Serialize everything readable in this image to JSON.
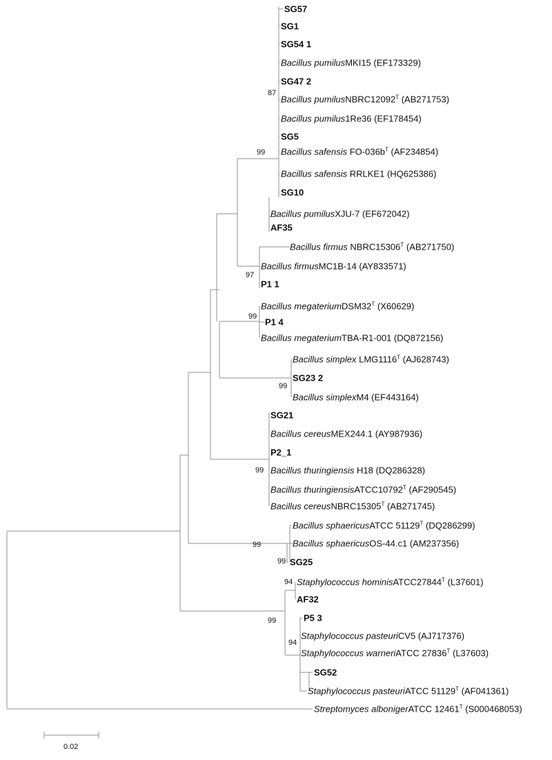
{
  "leaves": [
    {
      "label": "SG57",
      "bold": true
    },
    {
      "label": "SG1",
      "bold": true
    },
    {
      "label": "SG54 1",
      "bold": true
    },
    {
      "species": "Bacillus pumilus",
      "strain": "MKI15",
      "accession": "(EF173329)"
    },
    {
      "label": "SG47 2",
      "bold": true
    },
    {
      "species": "Bacillus pumilus",
      "strain": "NBRC12092",
      "sup": "T",
      "accession": "(AB271753)"
    },
    {
      "species": "Bacillus pumilus",
      "strain": "1Re36",
      "accession": "(EF178454)"
    },
    {
      "label": "SG5",
      "bold": true
    },
    {
      "species": "Bacillus safensis",
      "strain": " FO-036b",
      "sup": "T",
      "accession": "(AF234854)"
    },
    {
      "species": "Bacillus safensis",
      "strain": " RRLKE1",
      "accession": "(HQ625386)"
    },
    {
      "label": "SG10",
      "bold": true
    },
    {
      "species": "Bacillus pumilus",
      "strain": "XJU-7",
      "accession": "(EF672042)"
    },
    {
      "label": "AF35",
      "bold": true
    },
    {
      "species": "Bacillus firmus",
      "strain": " NBRC15306",
      "sup": "T",
      "accession": "(AB271750)"
    },
    {
      "species": "Bacillus firmus",
      "strain": "MC1B-14",
      "accession": "(AY833571)"
    },
    {
      "label": "P1 1",
      "bold": true
    },
    {
      "species": "Bacillus megaterium",
      "strain": "DSM32",
      "sup": "T",
      "accession": "(X60629)"
    },
    {
      "label": "P1 4",
      "bold": true
    },
    {
      "species": "Bacillus megaterium",
      "strain": "TBA-R1-001",
      "accession": "(DQ872156)"
    },
    {
      "species": "Bacillus simplex",
      "strain": " LMG1116",
      "sup": "T",
      "accession": "(AJ628743)"
    },
    {
      "label": "SG23 2",
      "bold": true
    },
    {
      "species": "Bacillus simplex",
      "strain": "M4",
      "accession": "(EF443164)"
    },
    {
      "label": "SG21",
      "bold": true
    },
    {
      "species": "Bacillus cereus",
      "strain": "MEX244.1",
      "accession": "(AY987936)"
    },
    {
      "label": "P2_1",
      "bold": true
    },
    {
      "species": "Bacillus thuringiensis",
      "strain": " H18",
      "accession": "(DQ286328)"
    },
    {
      "species": "Bacillus thuringiensis",
      "strain": "ATCC10792",
      "sup": "T",
      "accession": "(AF290545)"
    },
    {
      "species": "Bacillus cereus",
      "strain": "NBRC15305",
      "sup": "T",
      "accession": "(AB271745)"
    },
    {
      "species": "Bacillus sphaericus",
      "strain": "ATCC 51129",
      "sup": "T",
      "accession": "(DQ286299)"
    },
    {
      "species": "Bacillus sphaericus",
      "strain": "OS-44.c1",
      "accession": "(AM237356)"
    },
    {
      "label": "SG25",
      "bold": true
    },
    {
      "species": "Staphylococcus hominis",
      "strain": "ATCC27844",
      "sup": "T",
      "accession": "(L37601)"
    },
    {
      "label": "AF32",
      "bold": true
    },
    {
      "label": "P5 3",
      "bold": true
    },
    {
      "species": "Staphylococcus pasteuri",
      "strain": "CV5",
      "accession": "(AJ717376)"
    },
    {
      "species": "Staphylococcus warneri",
      "strain": "ATCC 27836",
      "sup": "T",
      "accession": "(L37603)"
    },
    {
      "label": "SG52",
      "bold": true
    },
    {
      "species": "Staphylococcus pasteuri",
      "strain": "ATCC 51129",
      "sup": "T",
      "accession": "(AF041361)"
    },
    {
      "species": "Streptomyces albониger",
      "strain": "ATCC 12461",
      "sup": "T",
      "accession": "(S000468053)"
    }
  ],
  "bootstrap_values": [
    "87",
    "99",
    "97",
    "99",
    "99",
    "99",
    "99",
    "99",
    "94",
    "99",
    "94"
  ],
  "scale_bar": {
    "label": "0.02"
  },
  "colors": {
    "branch": "#8f8f8f",
    "text": "#111111",
    "background": "#ffffff"
  }
}
